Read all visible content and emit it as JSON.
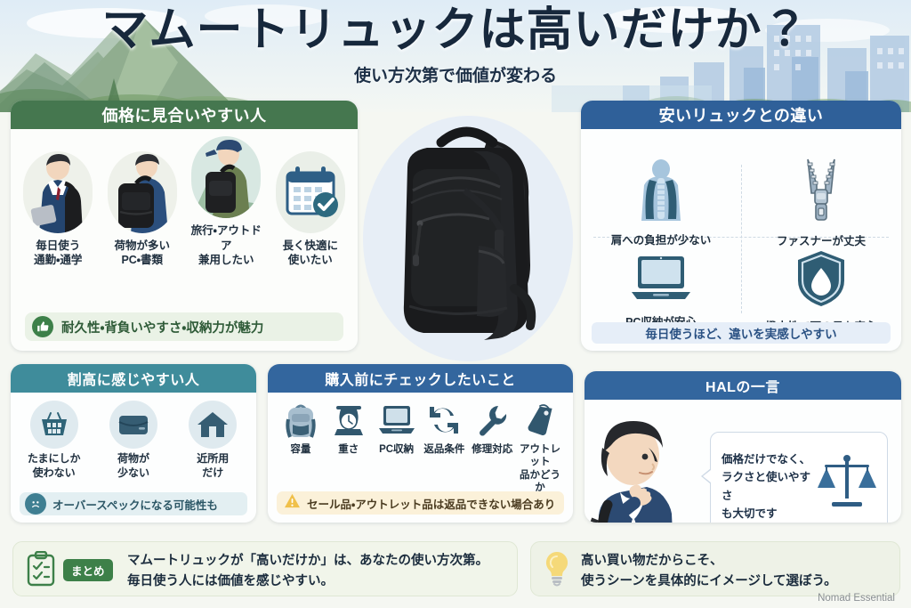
{
  "header": {
    "title": "マムートリュックは高いだけか？",
    "subtitle": "使い方次第で価値が変わる"
  },
  "colors": {
    "green": "#45774f",
    "blue": "#2f6099",
    "teal": "#3f8c9b",
    "check_blue": "#33669e",
    "warn_yellow": "#f0c04a",
    "badge_green": "#3d8049"
  },
  "fit_panel": {
    "heading": "価格に見合いやすい人",
    "personas": [
      {
        "icon": "businessman-with-backpack-icon",
        "label": "毎日使う\n通勤・通学"
      },
      {
        "icon": "heavy-backpack-icon",
        "label": "荷物が多い\nPC・書類"
      },
      {
        "icon": "outdoor-hiker-icon",
        "label": "旅行・アウトドア\n兼用したい"
      },
      {
        "icon": "calendar-check-icon",
        "label": "長く快適に\n使いたい"
      }
    ],
    "footer_icon": "thumbs-up-icon",
    "footer_text": "耐久性・背負いやすさ・収納力が魅力"
  },
  "diff_panel": {
    "heading": "安いリュックとの違い",
    "items": [
      {
        "icon": "back-shoulder-support-icon",
        "label": "肩への負担が少ない"
      },
      {
        "icon": "zipper-icon",
        "label": "ファスナーが丈夫"
      },
      {
        "icon": "laptop-icon",
        "label": "PC収納が安心"
      },
      {
        "icon": "water-repellent-shield-icon",
        "label": "撥水性で雨の日も安心"
      }
    ],
    "footer_text": "毎日使うほど、違いを実感しやすい"
  },
  "over_panel": {
    "heading": "割高に感じやすい人",
    "items": [
      {
        "icon": "shopping-basket-icon",
        "label": "たまにしか\n使わない"
      },
      {
        "icon": "briefcase-icon",
        "label": "荷物が\n少ない"
      },
      {
        "icon": "house-icon",
        "label": "近所用\nだけ"
      }
    ],
    "footer_icon": "sad-face-icon",
    "footer_text": "オーバースペックになる可能性も"
  },
  "check_panel": {
    "heading": "購入前にチェックしたいこと",
    "items": [
      {
        "icon": "backpack-icon",
        "label": "容量"
      },
      {
        "icon": "weighing-scale-icon",
        "label": "重さ"
      },
      {
        "icon": "laptop-icon",
        "label": "PC収納"
      },
      {
        "icon": "return-arrows-icon",
        "label": "返品条件"
      },
      {
        "icon": "wrench-icon",
        "label": "修理対応"
      },
      {
        "icon": "price-tag-icon",
        "label": "アウトレット\n品かどうか"
      }
    ],
    "footer_icon": "warning-triangle-icon",
    "footer_text": "セール品・アウトレット品は返品できない場合あり"
  },
  "hal_panel": {
    "heading": "HALの一言",
    "person_icon": "thinking-man-icon",
    "speech_text": "価格だけでなく、\nラクさと使いやすさ\nも大切です",
    "scale_icon": "balance-scale-icon"
  },
  "summary_left": {
    "icon": "clipboard-check-icon",
    "badge": "まとめ",
    "text": "マムートリュックが「高いだけか」は、あなたの使い方次第。\n毎日使う人には価値を感じやすい。"
  },
  "summary_right": {
    "icon": "lightbulb-icon",
    "text": "高い買い物だからこそ、\n使うシーンを具体的にイメージして選ぼう。"
  },
  "credit": "Nomad Essential",
  "hero": {
    "icon": "black-backpack-photo"
  }
}
